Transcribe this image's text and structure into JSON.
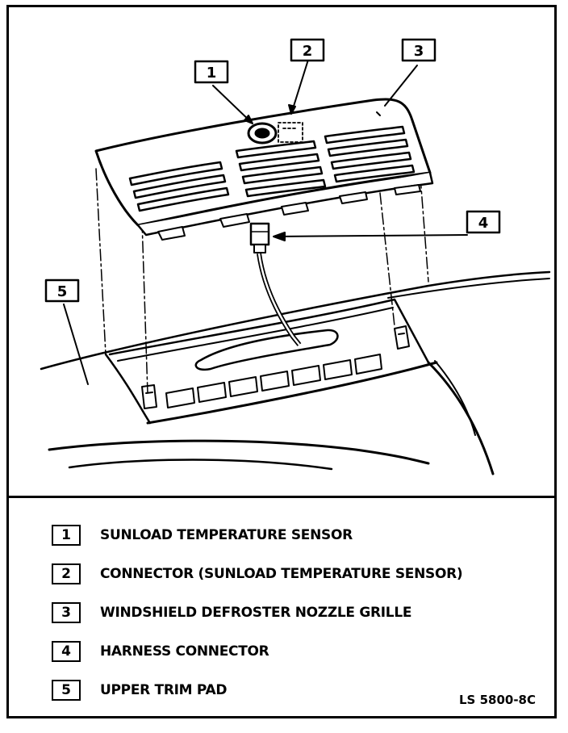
{
  "figure": {
    "callouts": [
      {
        "number": "1",
        "description": "SUNLOAD TEMPERATURE SENSOR"
      },
      {
        "number": "2",
        "description": "CONNECTOR (SUNLOAD TEMPERATURE SENSOR)"
      },
      {
        "number": "3",
        "description": "WINDSHIELD DEFROSTER NOZZLE GRILLE"
      },
      {
        "number": "4",
        "description": "HARNESS CONNECTOR"
      },
      {
        "number": "5",
        "description": "UPPER TRIM PAD"
      }
    ],
    "code": "LS 5800-8C"
  },
  "colors": {
    "ink": "#000000",
    "paper": "#ffffff"
  }
}
